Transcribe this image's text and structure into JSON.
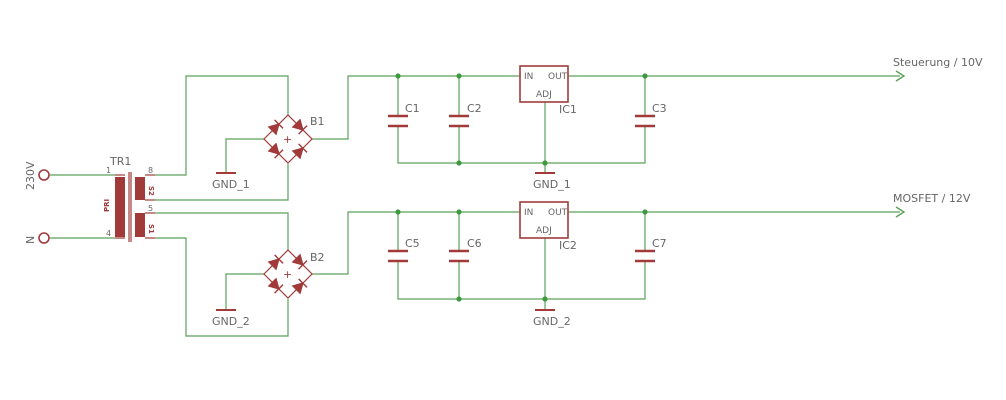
{
  "colors": {
    "wire": "#5aa05a",
    "part": "#a23a3a",
    "label": "#666666",
    "junction": "#3e9a3e",
    "background": "#ffffff"
  },
  "inputs": {
    "l_label": "230V",
    "n_label": "N"
  },
  "transformer": {
    "name": "TR1",
    "pri_label": "PRI",
    "s1_label": "S1",
    "s2_label": "S2",
    "pin1": "1",
    "pin4": "4",
    "pin8": "8",
    "pin5": "5"
  },
  "bridges": {
    "b1": {
      "name": "B1",
      "plus": "+"
    },
    "b2": {
      "name": "B2",
      "plus": "+"
    }
  },
  "grounds": {
    "gnd_b1": "GND_1",
    "gnd_b2": "GND_2",
    "gnd_ic1": "GND_1",
    "gnd_ic2": "GND_2"
  },
  "capacitors": {
    "c1": "C1",
    "c2": "C2",
    "c3": "C3",
    "c5": "C5",
    "c6": "C6",
    "c7": "C7"
  },
  "regulators": {
    "ic1": {
      "name": "IC1",
      "in": "IN",
      "out": "OUT",
      "adj": "ADJ"
    },
    "ic2": {
      "name": "IC2",
      "in": "IN",
      "out": "OUT",
      "adj": "ADJ"
    }
  },
  "outputs": {
    "top": "Steuerung / 10V",
    "bottom": "MOSFET / 12V"
  }
}
